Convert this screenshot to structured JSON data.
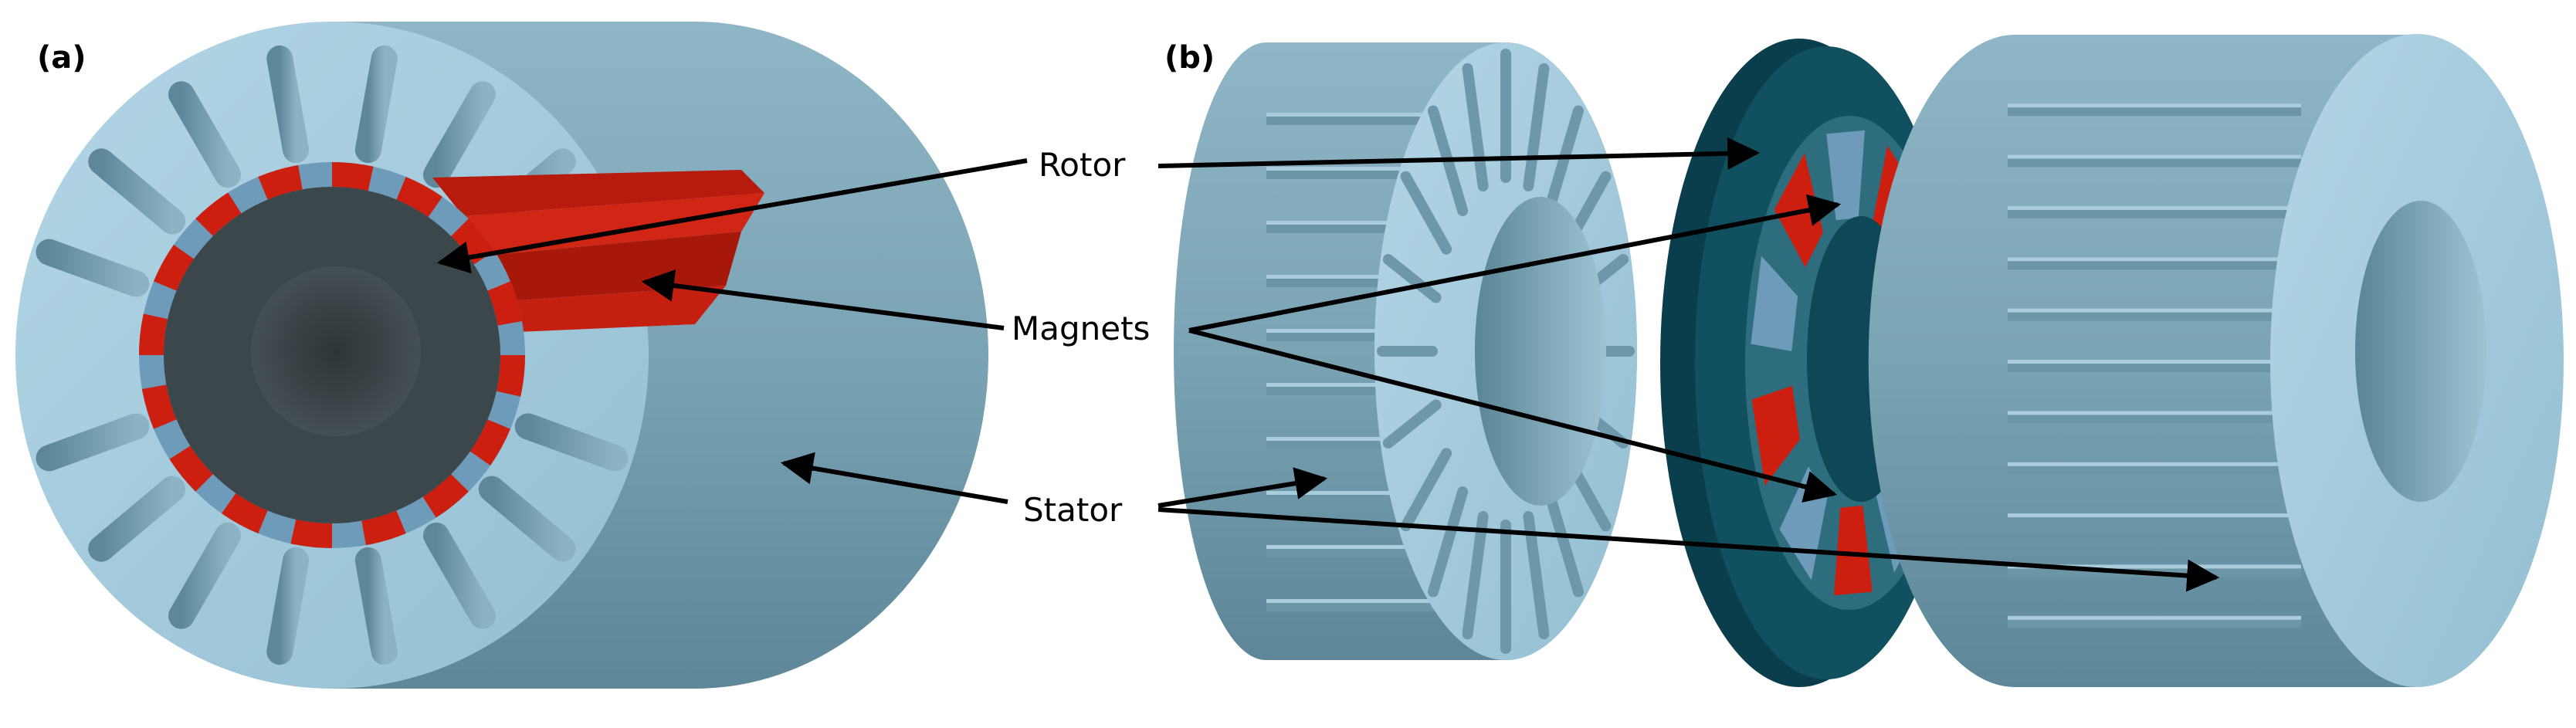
{
  "panels": [
    {
      "label": "(a)"
    },
    {
      "label": "(b)"
    }
  ],
  "callouts": {
    "rotor": "Rotor",
    "magnets": "Magnets",
    "stator": "Stator"
  },
  "colors": {
    "stator_face": "#a5cbdd",
    "stator_side": "#7fa8b9",
    "stator_dark": "#5f8a9b",
    "slot": "#6e98aa",
    "rotor_core": "#3e4a4e",
    "rotor_disc": "#0e4a5a",
    "magnet_red": "#cc1f10",
    "magnet_blue": "#6f9bbb",
    "arrow": "#000000"
  }
}
